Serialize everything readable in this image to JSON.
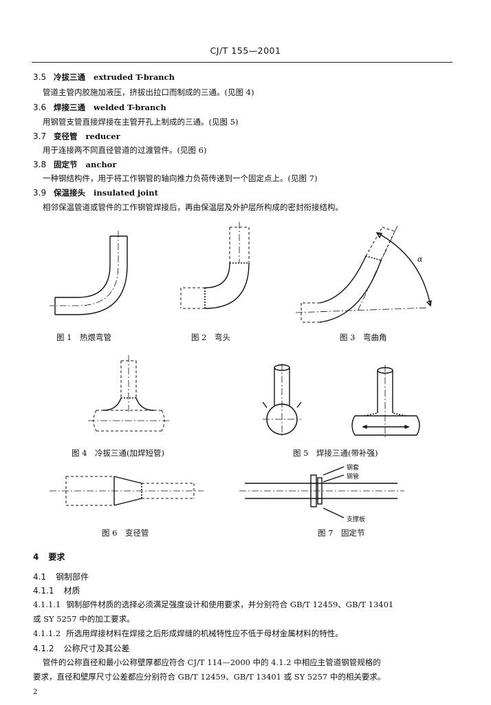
{
  "header": {
    "code": "CJ/T 155—2001"
  },
  "terms": [
    {
      "num": "3.5",
      "zh": "冷拔三通",
      "en": "extruded T-branch",
      "desc": "管道主管内胶施加液压，挤拔出拉口而制成的三通。(见图 4)"
    },
    {
      "num": "3.6",
      "zh": "焊接三通",
      "en": "welded T-branch",
      "desc": "用钢管支管直接焊接在主管开孔上制成的三通。(见图 5)"
    },
    {
      "num": "3.7",
      "zh": "变径管",
      "en": "reducer",
      "desc": "用于连接两不同直径管道的过渡管件。(见图 6)"
    },
    {
      "num": "3.8",
      "zh": "固定节",
      "en": "anchor",
      "desc": "一种钢结构件，用于将工作钢管的轴向推力负荷传递到一个固定点上。(见图 7)"
    },
    {
      "num": "3.9",
      "zh": "保温接头",
      "en": "insulated joint",
      "desc": "相邻保温管道或管件的工作钢管焊接后，再由保温层及外护层所构成的密封衔接结构。"
    }
  ],
  "figures": {
    "fig1": "图 1　热煨弯管",
    "fig2": "图 2　弯头",
    "fig3": "图 3　弯曲角",
    "fig3_symbol": "α",
    "fig4": "图 4　冷拔三通(加焊短管)",
    "fig5": "图 5　焊接三通(带补强)",
    "fig6": "图 6　变径管",
    "fig7": "图 7　固定节",
    "fig7_labels": {
      "outer": "钢套",
      "pipe": "钢管",
      "support": "支撑板"
    }
  },
  "section4": {
    "title_num": "4",
    "title": "要求",
    "s41_num": "4.1",
    "s41": "钢制部件",
    "s411_num": "4.1.1",
    "s411": "材质",
    "p4111_num": "4.1.1.1",
    "p4111_a": "钢制部件材质的选择必须满足强度设计和使用要求，并分别符合 GB/T 12459、GB/T 13401",
    "p4111_b": "或 SY 5257 中的加工要求。",
    "p4112_num": "4.1.1.2",
    "p4112": "所选用焊接材料在焊接之后形成焊缝的机械特性应不低于母材金属材料的特性。",
    "s412_num": "4.1.2",
    "s412": "公称尺寸及其公差",
    "p412_a": "管件的公称直径和最小公称壁厚都应符合 CJ/T 114—2000 中的 4.1.2 中相应主管道钢管规格的",
    "p412_b": "要求，直径和壁厚尺寸公差都应分别符合 GB/T 12459、GB/T 13401 或 SY 5257 中的相关要求。"
  },
  "page_number": "2"
}
